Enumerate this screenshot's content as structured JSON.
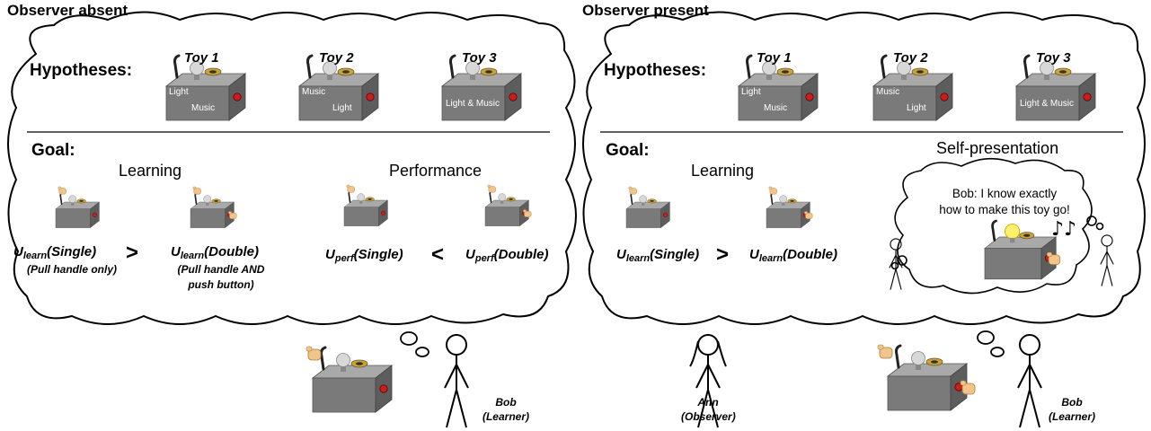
{
  "panels": [
    {
      "title": "Observer absent",
      "hypotheses_label": "Hypotheses:",
      "toys": [
        {
          "label": "Toy 1",
          "left_label": "Light",
          "right_label": "Music"
        },
        {
          "label": "Toy 2",
          "left_label": "Music",
          "right_label": "Light"
        },
        {
          "label": "Toy 3",
          "left_label": "",
          "right_label": "Light & Music"
        }
      ],
      "goal_label": "Goal:",
      "sections": [
        {
          "title": "Learning",
          "left": {
            "u": "U",
            "sub": "learn",
            "arg": "(Single)",
            "note": "(Pull handle only)"
          },
          "cmp": ">",
          "right": {
            "u": "U",
            "sub": "learn",
            "arg": "(Double)",
            "note": "(Pull handle AND push button)"
          }
        },
        {
          "title": "Performance",
          "left": {
            "u": "U",
            "sub": "perf",
            "arg": "(Single)"
          },
          "cmp": "<",
          "right": {
            "u": "U",
            "sub": "perf",
            "arg": "(Double)"
          }
        }
      ],
      "people": [
        {
          "name": "Bob",
          "role": "(Learner)"
        }
      ]
    },
    {
      "title": "Observer present",
      "hypotheses_label": "Hypotheses:",
      "toys": [
        {
          "label": "Toy 1",
          "left_label": "Light",
          "right_label": "Music"
        },
        {
          "label": "Toy 2",
          "left_label": "Music",
          "right_label": "Light"
        },
        {
          "label": "Toy 3",
          "left_label": "",
          "right_label": "Light & Music"
        }
      ],
      "goal_label": "Goal:",
      "sections": [
        {
          "title": "Learning",
          "left": {
            "u": "U",
            "sub": "learn",
            "arg": "(Single)"
          },
          "cmp": ">",
          "right": {
            "u": "U",
            "sub": "learn",
            "arg": "(Double)"
          }
        },
        {
          "title": "Self-presentation",
          "speech_line1": "Bob: I know exactly",
          "speech_line2": "how to make this toy go!"
        }
      ],
      "people": [
        {
          "name": "Ann",
          "role": "(Observer)"
        },
        {
          "name": "Bob",
          "role": "(Learner)"
        }
      ]
    }
  ]
}
